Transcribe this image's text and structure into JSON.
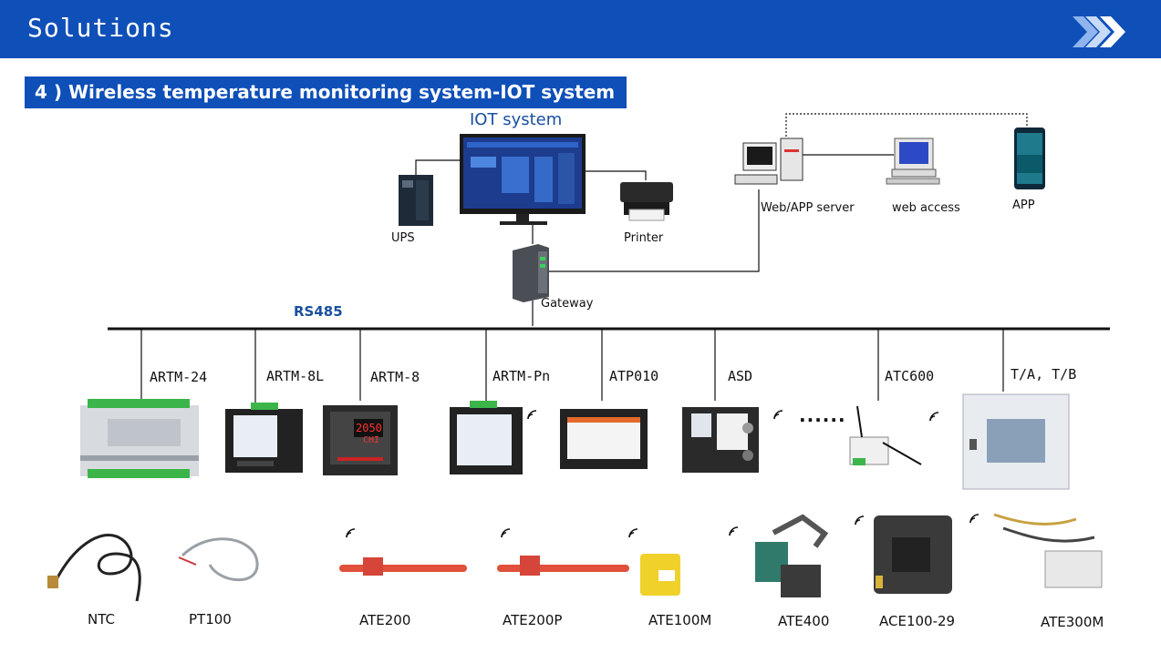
{
  "header": {
    "title": "Solutions"
  },
  "section": {
    "title": "4 ) Wireless temperature monitoring system-IOT system"
  },
  "diagram": {
    "iot_label": "IOT system",
    "bus_label": "RS485",
    "nodes": {
      "ups": "UPS",
      "printer": "Printer",
      "gateway": "Gateway",
      "server": "Web/APP server",
      "web": "web access",
      "app": "APP"
    },
    "devices": [
      "ARTM-24",
      "ARTM-8L",
      "ARTM-8",
      "ARTM-Pn",
      "ATP010",
      "ASD",
      "ATC600",
      "T/A, T/B"
    ],
    "sensors": [
      "NTC",
      "PT100",
      "ATE200",
      "ATE200P",
      "ATE100M",
      "ATE400",
      "ACE100-29",
      "ATE300M"
    ],
    "meter_display": {
      "line1": "2050",
      "line2": "CHI"
    },
    "ellipsis": "......",
    "colors": {
      "brand_blue": "#0f4fb8",
      "label_blue": "#1a4fa0"
    }
  }
}
